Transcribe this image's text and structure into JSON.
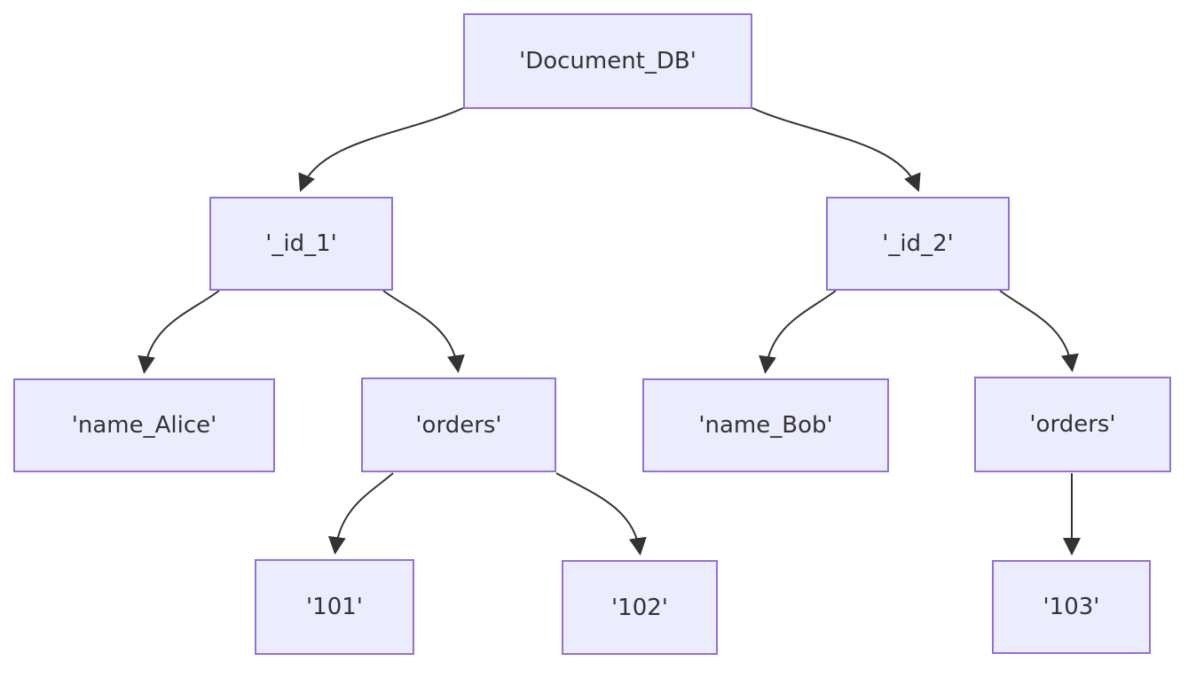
{
  "diagram": {
    "type": "flowchart-tree",
    "background": "#ffffff",
    "node_fill": "#ECECFF",
    "node_border": "#9370DB",
    "edge_color": "#333333",
    "text_color": "#333333",
    "nodes": {
      "root": {
        "label": "'Document_DB'"
      },
      "id1": {
        "label": "'_id_1'"
      },
      "id2": {
        "label": "'_id_2'"
      },
      "name_alice": {
        "label": "'name_Alice'"
      },
      "orders_left": {
        "label": "'orders'"
      },
      "name_bob": {
        "label": "'name_Bob'"
      },
      "orders_right": {
        "label": "'orders'"
      },
      "n101": {
        "label": "'101'"
      },
      "n102": {
        "label": "'102'"
      },
      "n103": {
        "label": "'103'"
      }
    },
    "edges": [
      {
        "from": "'Document_DB'",
        "to": "'_id_1'"
      },
      {
        "from": "'Document_DB'",
        "to": "'_id_2'"
      },
      {
        "from": "'_id_1'",
        "to": "'name_Alice'"
      },
      {
        "from": "'_id_1'",
        "to": "'orders' (left)"
      },
      {
        "from": "'_id_2'",
        "to": "'name_Bob'"
      },
      {
        "from": "'_id_2'",
        "to": "'orders' (right)"
      },
      {
        "from": "'orders' (left)",
        "to": "'101'"
      },
      {
        "from": "'orders' (left)",
        "to": "'102'"
      },
      {
        "from": "'orders' (right)",
        "to": "'103'"
      }
    ]
  }
}
